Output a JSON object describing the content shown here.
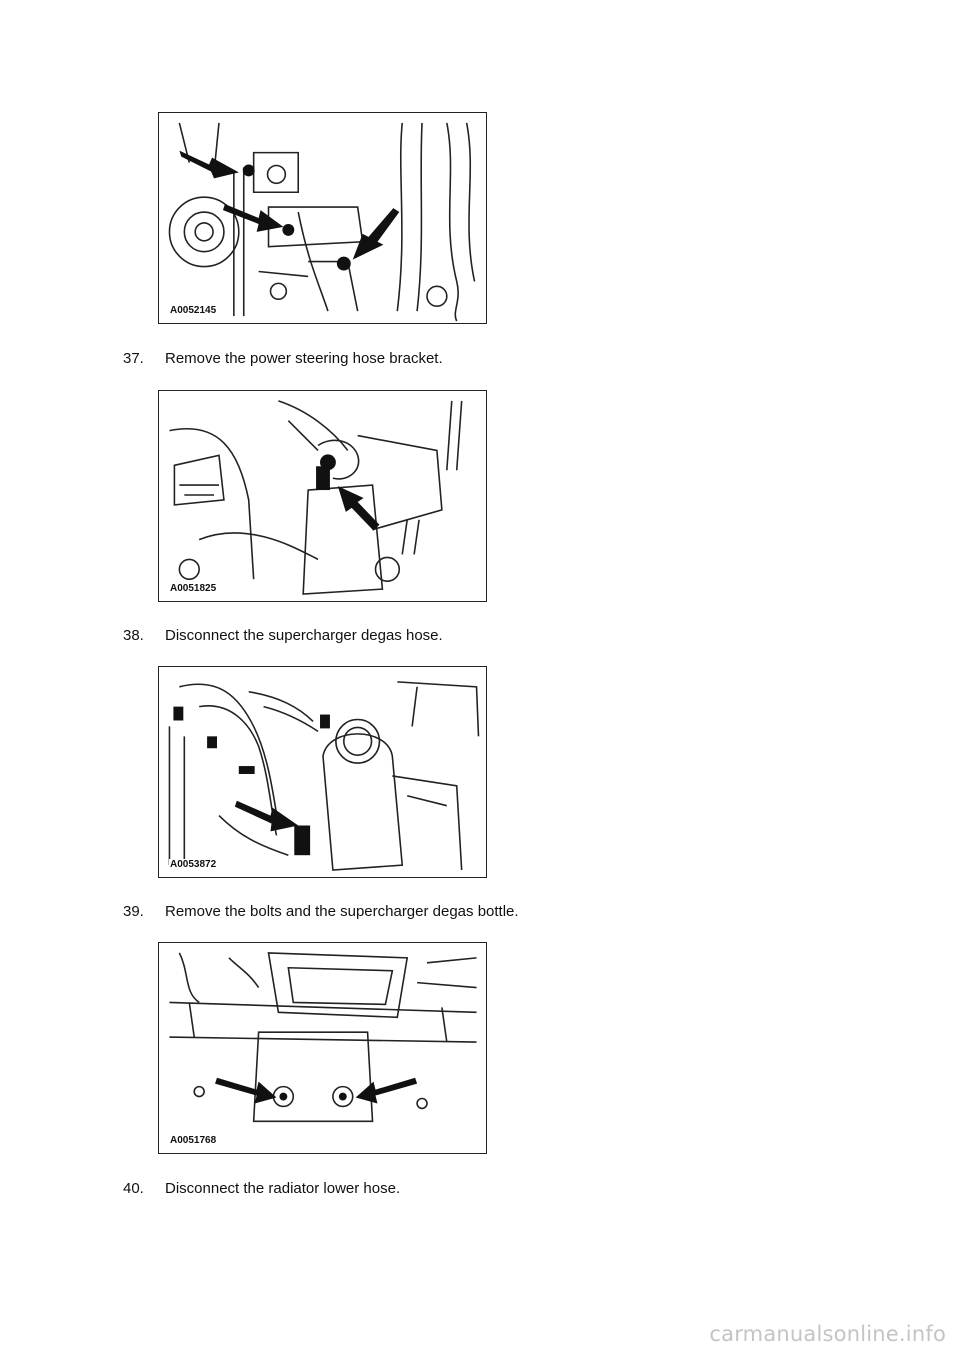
{
  "figures": [
    {
      "id": "A0052145"
    },
    {
      "id": "A0051825"
    },
    {
      "id": "A0053872"
    },
    {
      "id": "A0051768"
    }
  ],
  "steps": [
    {
      "number": "37.",
      "text": "Remove the power steering hose bracket."
    },
    {
      "number": "38.",
      "text": "Disconnect the supercharger degas hose."
    },
    {
      "number": "39.",
      "text": "Remove the bolts and the supercharger degas bottle."
    },
    {
      "number": "40.",
      "text": "Disconnect the radiator lower hose."
    }
  ],
  "watermark": "carmanualsonline.info"
}
